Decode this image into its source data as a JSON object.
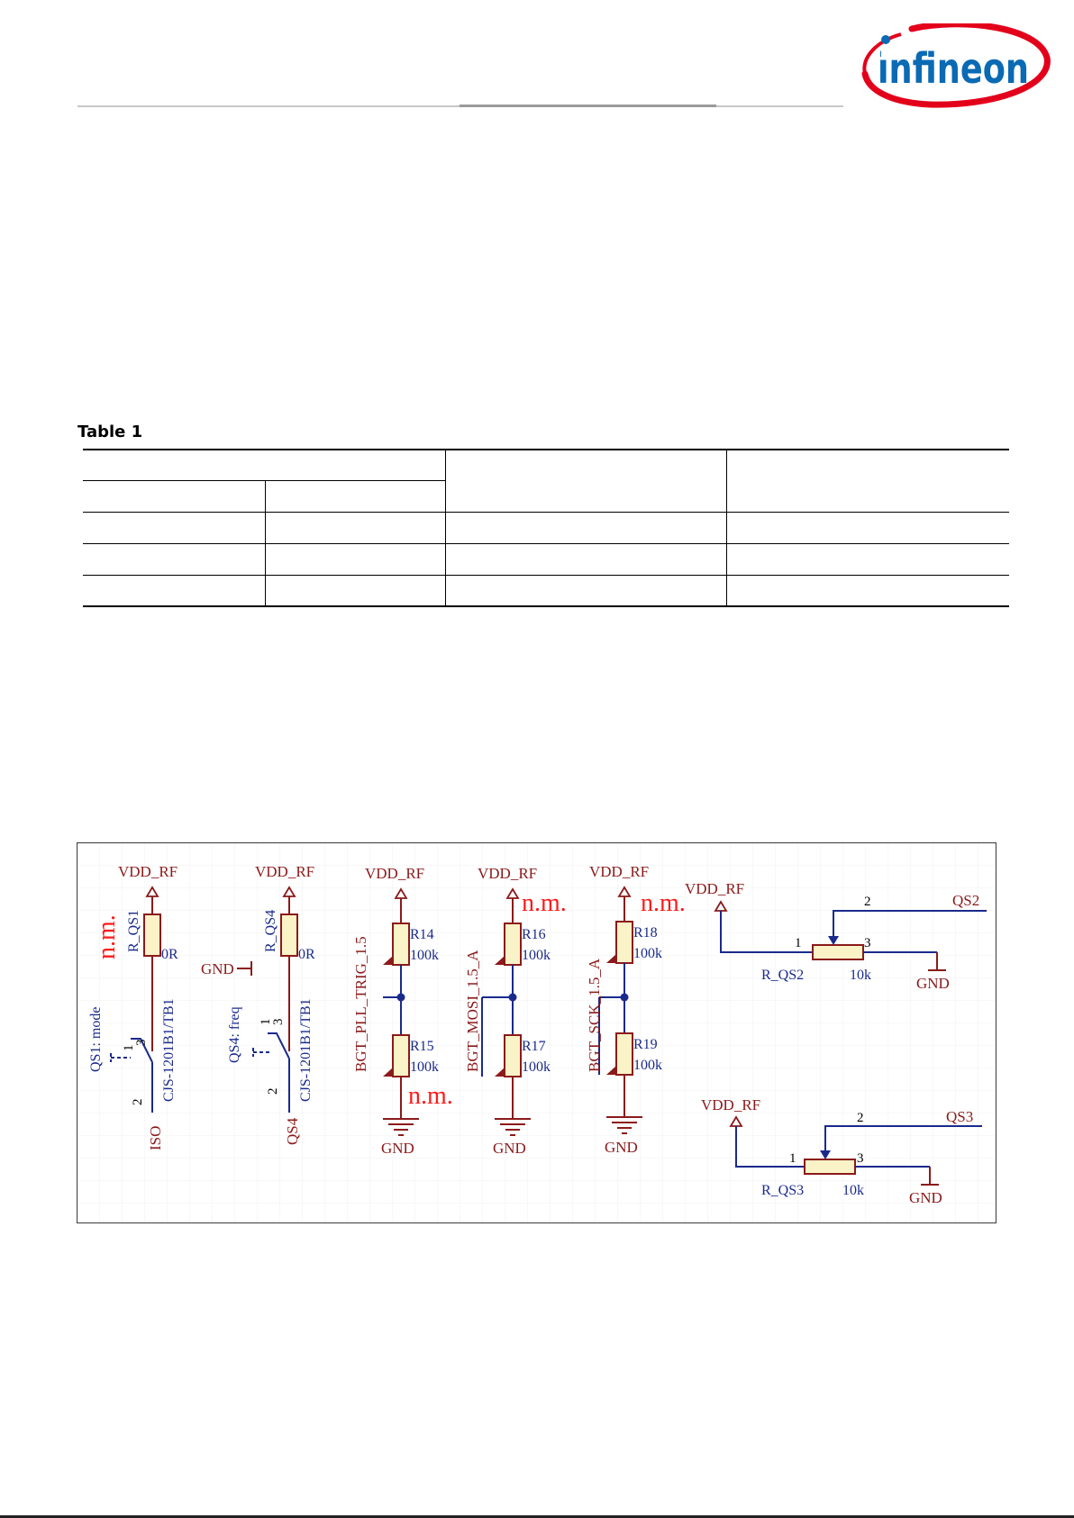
{
  "header": {
    "logo_text": "infineon"
  },
  "table": {
    "caption": "Table 1"
  },
  "colors": {
    "schematic_dark_red": "#8b1a1a",
    "schematic_blue": "#1a2a8c",
    "annotation_red": "#ff1a1a",
    "resistor_fill": "#fbf3c8",
    "logo_blue": "#0a6ab4",
    "logo_red": "#e3001b"
  },
  "schematic": {
    "switch_qs1": {
      "power": "VDD_RF",
      "nm": "n.m.",
      "resistor": "R_QS1",
      "value": "0R",
      "part": "CJS-1201B1/TB1",
      "label": "QS1: mode",
      "pin1": "1",
      "pin2": "2",
      "pin3": "3",
      "net": "ISO"
    },
    "switch_qs4": {
      "power": "VDD_RF",
      "gnd": "GND",
      "resistor": "R_QS4",
      "value": "0R",
      "part": "CJS-1201B1/TB1",
      "label": "QS4: freq",
      "pin1": "1",
      "pin2": "2",
      "pin3": "3",
      "net": "QS4"
    },
    "divider_pll": {
      "power": "VDD_RF",
      "net": "BGT_PLL_TRIG_1.5",
      "r_top": "R14",
      "r_top_value": "100k",
      "r_bot": "R15",
      "r_bot_value": "100k",
      "nm": "n.m.",
      "gnd": "GND"
    },
    "divider_mosi": {
      "power": "VDD_RF",
      "net": "BGT_MOSI_1.5_A",
      "r_top": "R16",
      "r_top_value": "100k",
      "r_bot": "R17",
      "r_bot_value": "100k",
      "nm": "n.m.",
      "gnd": "GND"
    },
    "divider_sck": {
      "power": "VDD_RF",
      "net": "BGT_SCK_1.5_A",
      "r_top": "R18",
      "r_top_value": "100k",
      "r_bot": "R19",
      "r_bot_value": "100k",
      "nm": "n.m.",
      "gnd": "GND"
    },
    "pot_qs2": {
      "power": "VDD_RF",
      "name": "R_QS2",
      "value": "10k",
      "pin1": "1",
      "pin2": "2",
      "pin3": "3",
      "net": "QS2",
      "gnd": "GND"
    },
    "pot_qs3": {
      "power": "VDD_RF",
      "name": "R_QS3",
      "value": "10k",
      "pin1": "1",
      "pin2": "2",
      "pin3": "3",
      "net": "QS3",
      "gnd": "GND"
    }
  }
}
